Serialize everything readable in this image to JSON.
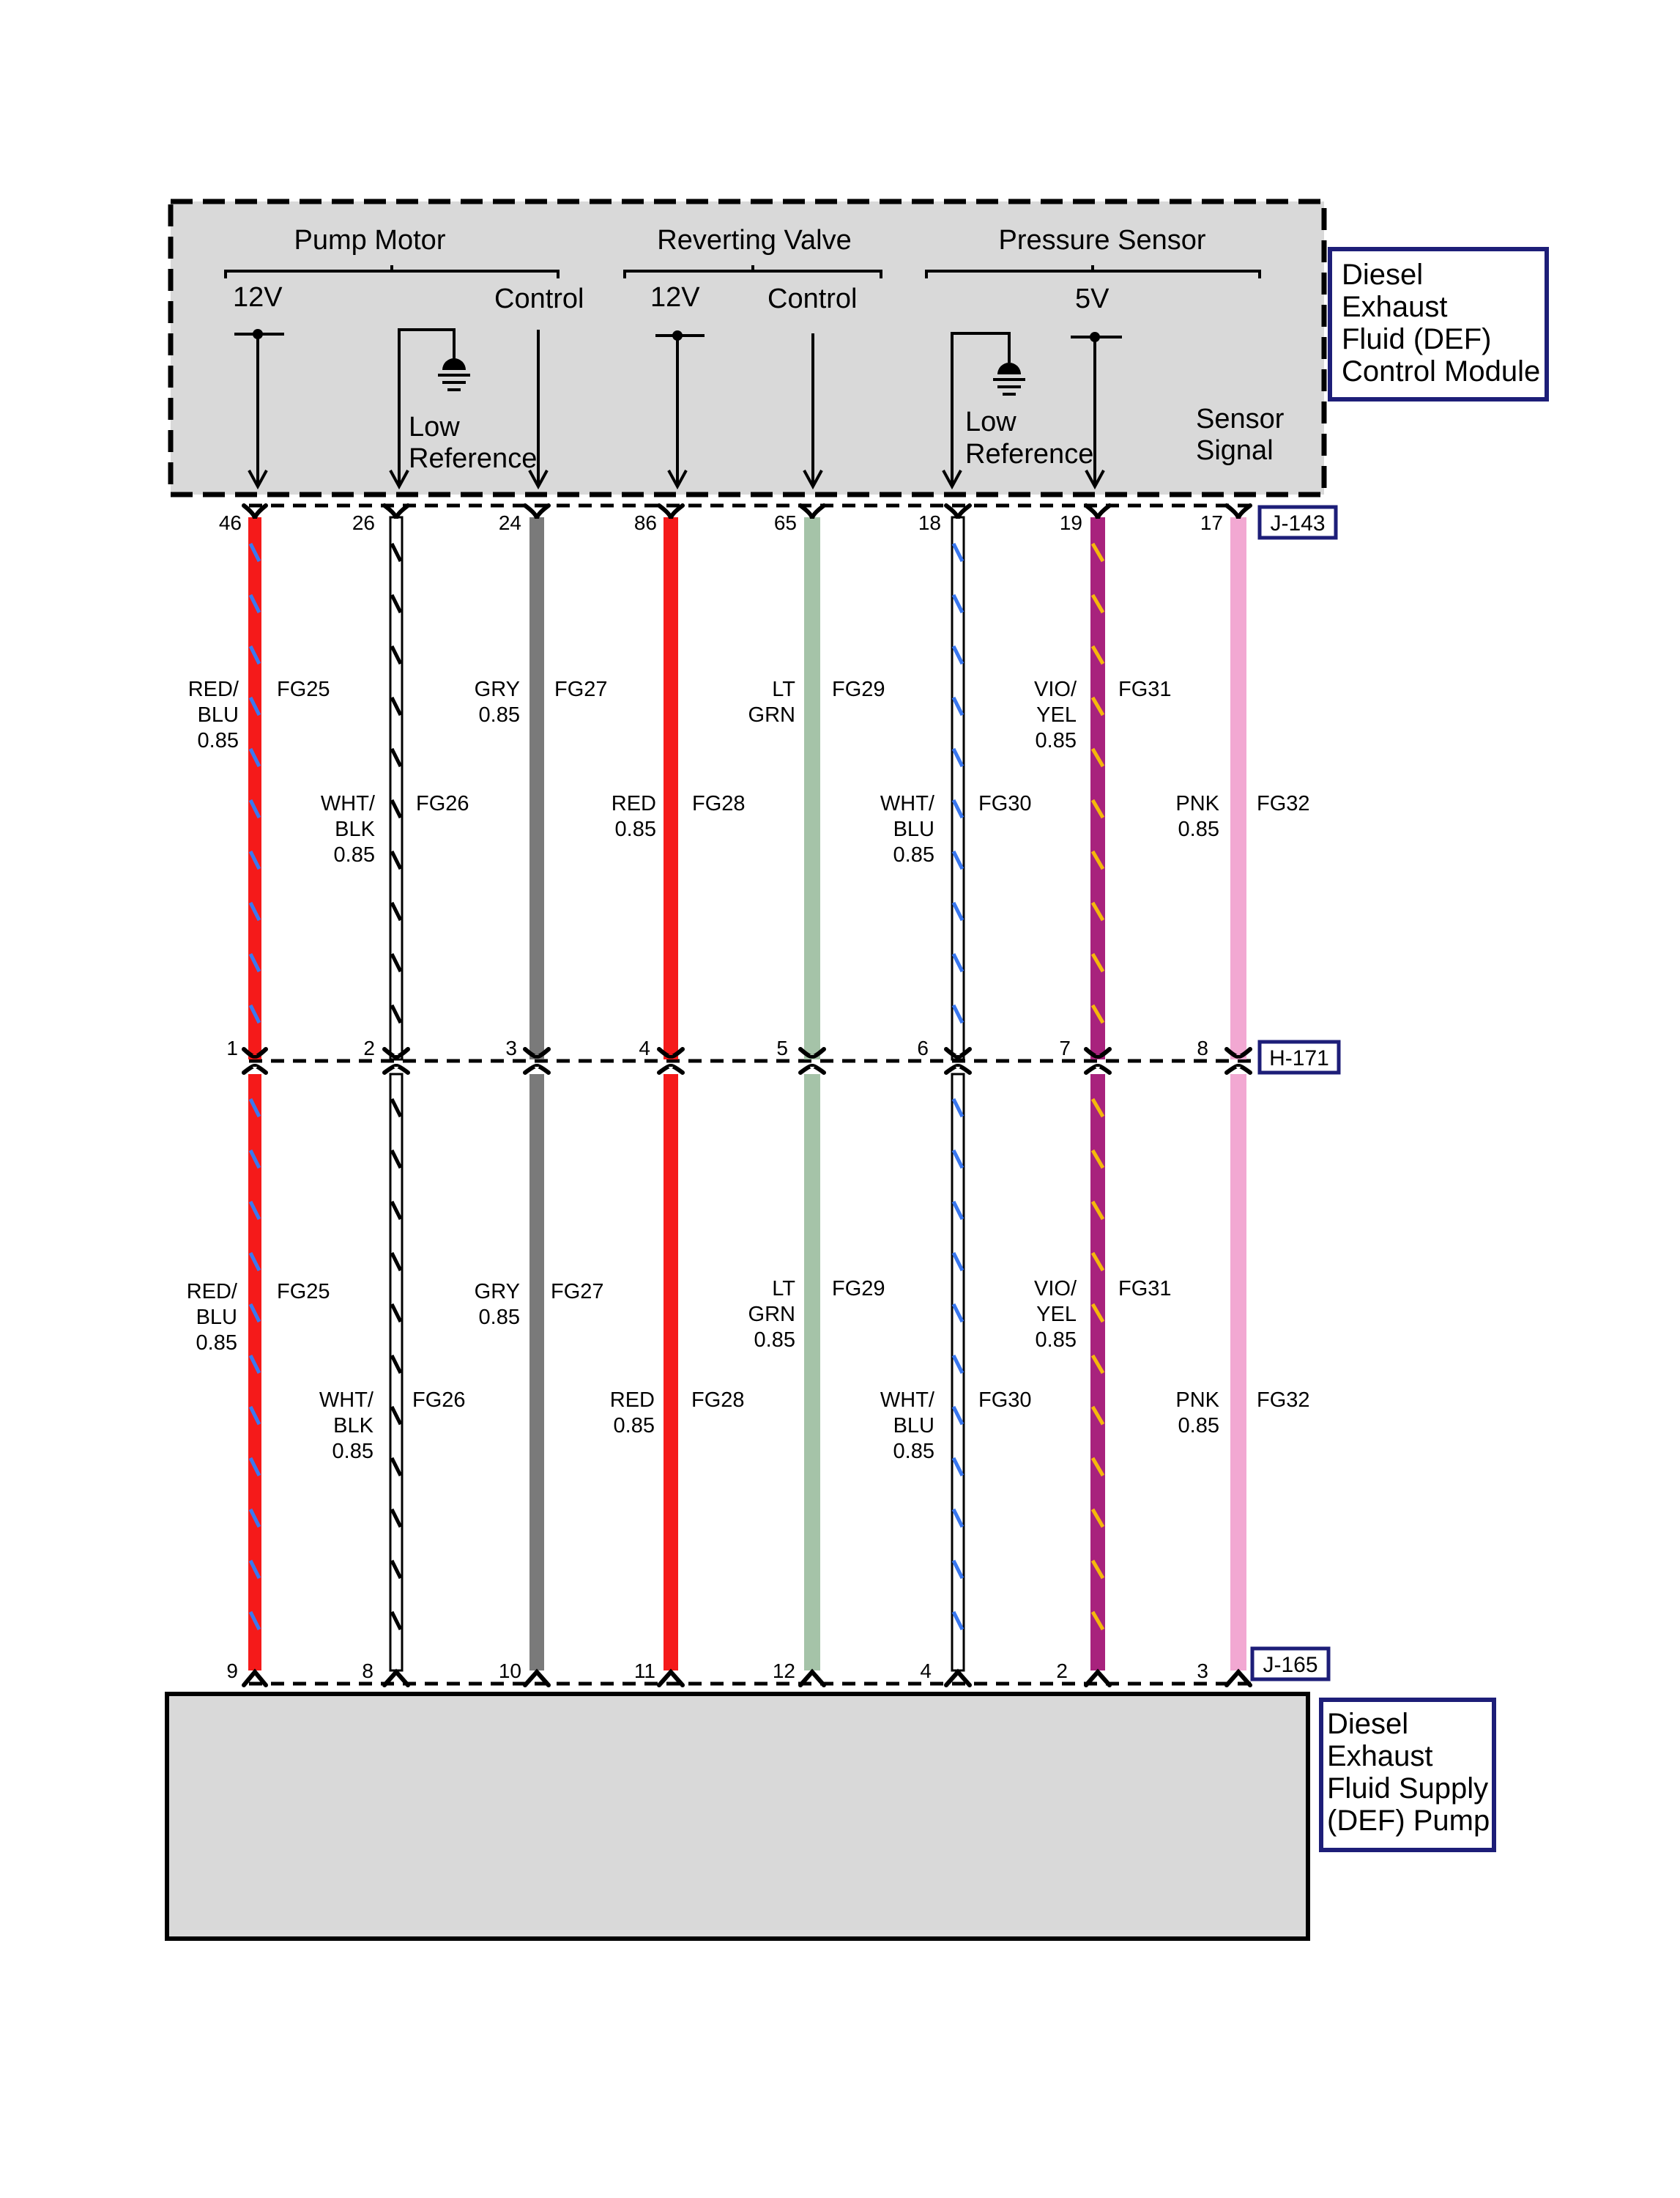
{
  "module": {
    "title_lines": [
      "Diesel",
      "Exhaust",
      "Fluid (DEF)",
      "Control Module"
    ],
    "sections": [
      "Pump Motor",
      "Reverting Valve",
      "Pressure Sensor"
    ],
    "pin_labels": {
      "pump_12v": "12V",
      "pump_control": "Control",
      "pump_low_ref": [
        "Low",
        "Reference"
      ],
      "valve_12v": "12V",
      "valve_control": "Control",
      "sensor_5v": "5V",
      "sensor_low_ref": [
        "Low",
        "Reference"
      ],
      "sensor_signal": [
        "Sensor",
        "Signal"
      ]
    }
  },
  "connectors": {
    "top": "J-143",
    "middle": "H-171",
    "bottom": "J-165"
  },
  "pump": {
    "title_lines": [
      "Diesel",
      "Exhaust",
      "Fluid Supply",
      "(DEF) Pump"
    ]
  },
  "colors": {
    "RED": "#f51a1a",
    "BLU": "#3a78f0",
    "WHT": "#ffffff",
    "BLK": "#000000",
    "GRY": "#7a7a7a",
    "LTGRN": "#a5c3a8",
    "VIO": "#a8227d",
    "YEL": "#f5b80c",
    "PNK": "#f2a8d2",
    "box_fill": "#d9d9d9",
    "label_border": "#1d1e78"
  },
  "wires": [
    {
      "top_pin": "46",
      "mid_pin": "1",
      "bot_pin": "9",
      "color_lines": [
        "RED/",
        "BLU",
        "0.85"
      ],
      "circuit": "FG25"
    },
    {
      "top_pin": "26",
      "mid_pin": "2",
      "bot_pin": "8",
      "color_lines": [
        "WHT/",
        "BLK",
        "0.85"
      ],
      "circuit": "FG26"
    },
    {
      "top_pin": "24",
      "mid_pin": "3",
      "bot_pin": "10",
      "color_lines": [
        "GRY",
        "0.85"
      ],
      "circuit": "FG27"
    },
    {
      "top_pin": "86",
      "mid_pin": "4",
      "bot_pin": "11",
      "color_lines": [
        "RED",
        "0.85"
      ],
      "circuit": "FG28"
    },
    {
      "top_pin": "65",
      "mid_pin": "5",
      "bot_pin": "12",
      "color_lines": [
        "LT",
        "GRN",
        "0.85"
      ],
      "circuit": "FG29"
    },
    {
      "top_pin": "18",
      "mid_pin": "6",
      "bot_pin": "4",
      "color_lines": [
        "WHT/",
        "BLU",
        "0.85"
      ],
      "circuit": "FG30"
    },
    {
      "top_pin": "19",
      "mid_pin": "7",
      "bot_pin": "2",
      "color_lines": [
        "VIO/",
        "YEL",
        "0.85"
      ],
      "circuit": "FG31"
    },
    {
      "top_pin": "17",
      "mid_pin": "8",
      "bot_pin": "3",
      "color_lines": [
        "PNK",
        "0.85"
      ],
      "circuit": "FG32"
    }
  ]
}
